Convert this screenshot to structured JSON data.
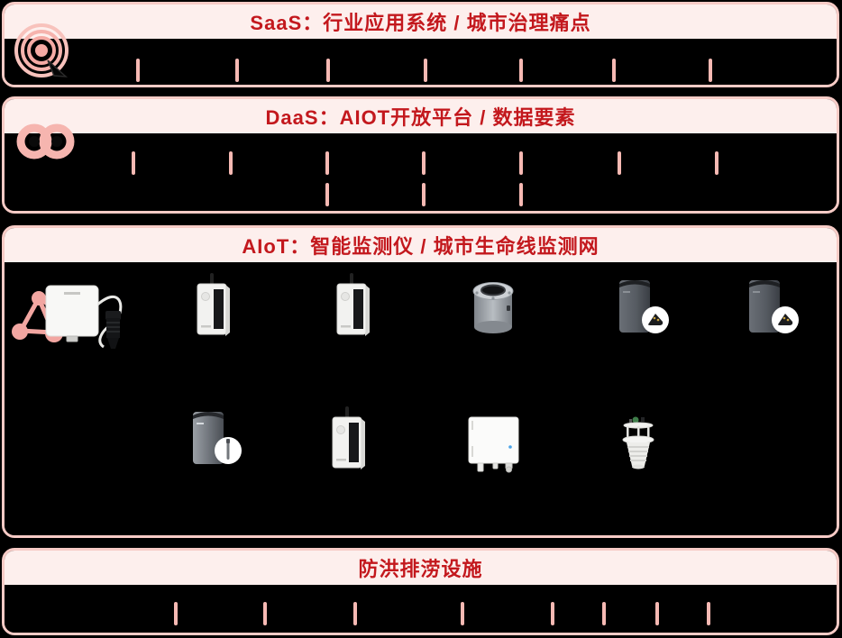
{
  "page": {
    "background_color": "#000000",
    "accent_red": "#c3181d",
    "panel_border_pink": "#f7cbc6",
    "panel_header_bg": "#fdefed",
    "separator_pink": "#f6b9b3",
    "icon_pink": "#f5aaa4"
  },
  "panels": {
    "saas": {
      "title": "SaaS：行业应用系统 / 城市治理痛点",
      "icon": "radar-ripple-icon",
      "separator_rows": {
        "row1": [
          148,
          258,
          359,
          467,
          573,
          676,
          783
        ]
      }
    },
    "daas": {
      "title": "DaaS：AIOT开放平台 / 数据要素",
      "icon": "twin-rings-icon",
      "separator_rows": {
        "row1": [
          143,
          251,
          358,
          465,
          573,
          682,
          790
        ],
        "row2": [
          358,
          465,
          573
        ]
      }
    },
    "aiot": {
      "title": "AIoT：智能监测仪 / 城市生命线监测网",
      "icon": "network-nodes-icon",
      "device_images": [
        "wall-telemetry-unit-with-cable-probe",
        "smart-monitor-with-antenna",
        "smart-monitor-with-antenna",
        "manhole-cover-sensor",
        "tower-gauge-with-tilt-sensor",
        "tower-gauge-with-tilt-sensor",
        "tower-gauge-with-probe",
        "smart-monitor-with-antenna",
        "telemetry-terminal-box",
        "ultrasonic-weather-station"
      ]
    },
    "flood": {
      "title": "防洪排涝设施",
      "separator_rows": {
        "row1": [
          190,
          289,
          389,
          508,
          608,
          665,
          724,
          781
        ]
      }
    }
  }
}
